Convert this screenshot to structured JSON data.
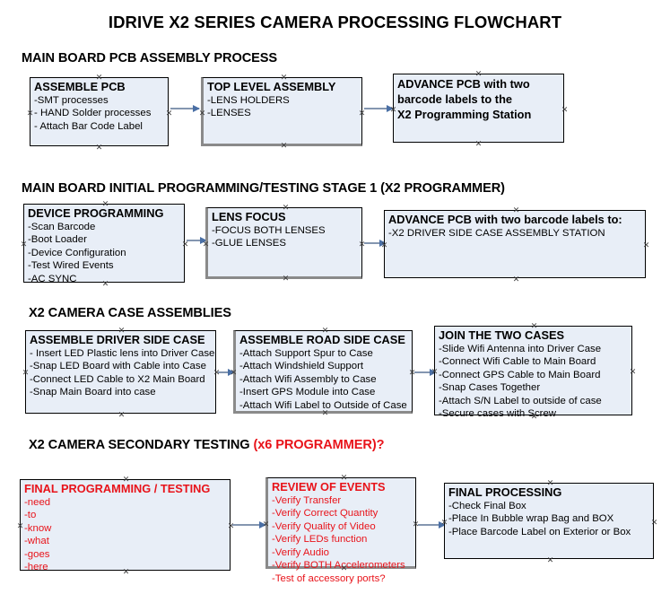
{
  "document": {
    "title": "IDRIVE X2  SERIES CAMERA PROCESSING FLOWCHART"
  },
  "colors": {
    "box_fill": "#e8eef7",
    "box_border": "#000000",
    "shadow_border": "#8a8a8a",
    "arrow": "#8496b0",
    "arrow_head": "#4a6fa5",
    "text": "#000000",
    "accent_red": "#e8131a"
  },
  "sections": [
    {
      "heading": "MAIN BOARD PCB ASSEMBLY PROCESS",
      "heading_accent": "",
      "nodes": [
        {
          "title": "ASSEMBLE PCB",
          "lines": [
            "-SMT processes",
            "- HAND Solder processes",
            "- Attach Bar Code Label"
          ]
        },
        {
          "title": "TOP LEVEL ASSEMBLY",
          "lines": [
            "-LENS HOLDERS",
            "-LENSES"
          ]
        },
        {
          "title": "ADVANCE PCB with two",
          "lines": [
            "barcode labels to the",
            " X2 Programming Station"
          ]
        }
      ]
    },
    {
      "heading": "MAIN BOARD INITIAL PROGRAMMING/TESTING STAGE 1 (X2 PROGRAMMER)",
      "heading_accent": "",
      "nodes": [
        {
          "title": "DEVICE PROGRAMMING",
          "lines": [
            "-Scan Barcode",
            "-Boot Loader",
            "-Device Configuration",
            "-Test Wired Events",
            "-AC SYNC"
          ]
        },
        {
          "title": "LENS FOCUS",
          "lines": [
            "-FOCUS BOTH LENSES",
            "-GLUE LENSES"
          ]
        },
        {
          "title": "ADVANCE PCB with two barcode labels to:",
          "lines": [
            "-X2 DRIVER  SIDE  CASE  ASSEMBLY STATION"
          ]
        }
      ]
    },
    {
      "heading": "X2 CAMERA CASE ASSEMBLIES",
      "heading_accent": "",
      "nodes": [
        {
          "title": "ASSEMBLE DRIVER SIDE CASE",
          "lines": [
            "- Insert LED Plastic lens into Driver Case",
            "-Snap LED Board with Cable into Case",
            "-Connect LED Cable to X2 Main Board",
            "-Snap Main Board into case"
          ]
        },
        {
          "title": "ASSEMBLE ROAD SIDE CASE",
          "lines": [
            "-Attach Support Spur to Case",
            "-Attach Windshield Support",
            "-Attach Wifi Assembly to Case",
            "-Insert GPS Module into Case",
            "-Attach Wifi Label to Outside of Case"
          ]
        },
        {
          "title": "JOIN THE TWO CASES",
          "lines": [
            "-Slide Wifi Antenna into Driver Case",
            "-Connect Wifi Cable to Main Board",
            "-Connect GPS Cable to Main Board",
            "-Snap Cases Together",
            "-Attach S/N Label to outside of case",
            "-Secure cases with Screw"
          ]
        }
      ]
    },
    {
      "heading": "X2 CAMERA SECONDARY TESTING ",
      "heading_accent": "(x6 PROGRAMMER)?",
      "nodes": [
        {
          "title": "FINAL PROGRAMMING / TESTING",
          "lines": [
            "-need",
            "-to",
            "-know",
            "-what",
            "-goes",
            "-here"
          ]
        },
        {
          "title": "REVIEW OF EVENTS",
          "lines": [
            "-Verify Transfer",
            "-Verify Correct Quantity",
            "-Verify Quality of Video",
            "-Verify LEDs function",
            "-Verify Audio",
            "-Verify BOTH Accelerometers",
            "-Test of accessory ports?"
          ]
        },
        {
          "title": "FINAL PROCESSING",
          "lines": [
            " -Check Final Box",
            "-Place In Bubble wrap Bag and BOX",
            "-Place Barcode Label on Exterior or Box"
          ]
        }
      ]
    }
  ]
}
